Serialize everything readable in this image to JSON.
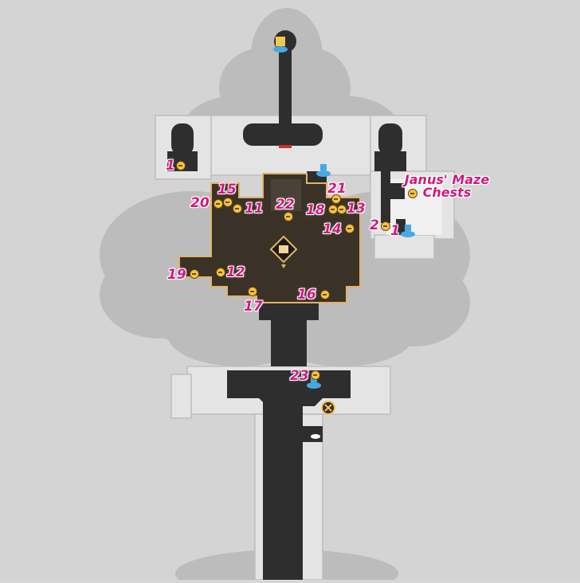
{
  "map_title": "Janus' Maze Chests",
  "markers": [
    {
      "label": "1"
    },
    {
      "label": "2"
    },
    {
      "label": "1"
    },
    {
      "label": "20"
    },
    {
      "label": "15"
    },
    {
      "label": "11"
    },
    {
      "label": "22"
    },
    {
      "label": "21"
    },
    {
      "label": "18"
    },
    {
      "label": "13"
    },
    {
      "label": "14"
    },
    {
      "label": "19"
    },
    {
      "label": "12"
    },
    {
      "label": "17"
    },
    {
      "label": "16"
    },
    {
      "label": "23"
    }
  ],
  "icons": [
    "chest-icon",
    "space-anchor-icon",
    "puzzle-cube-icon",
    "exit-icon",
    "teleport-icon"
  ],
  "colors": {
    "label": "#d01a7c",
    "floor_gold": "#3d3528",
    "outline": "#e8b96a",
    "corridor": "#2b2b2b",
    "cloud": "#bdbdbd",
    "building": "#e5e5e5"
  }
}
